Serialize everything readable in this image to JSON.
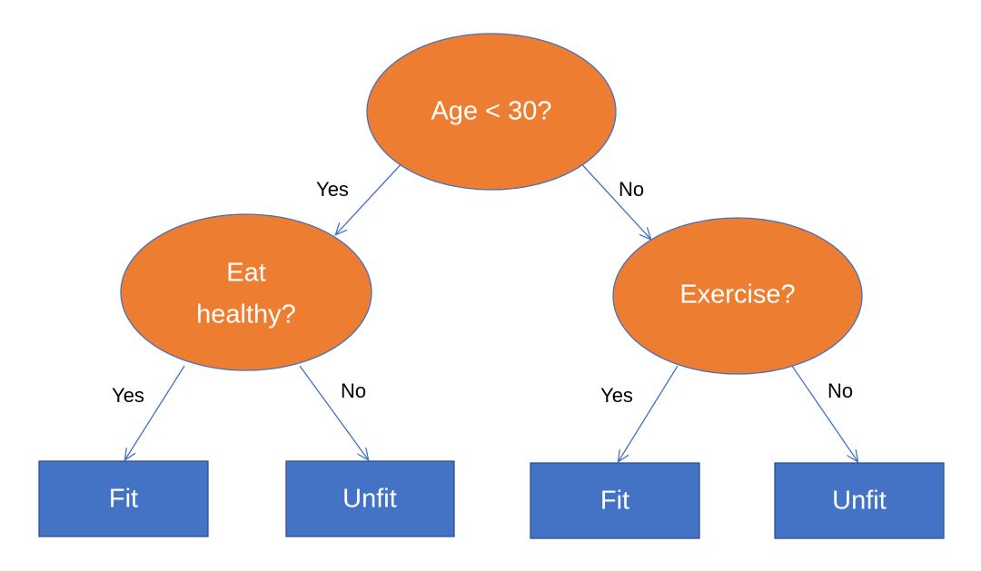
{
  "colors": {
    "decision_fill": "#ed7d31",
    "decision_stroke": "#4a70b8",
    "leaf_fill": "#4472c4",
    "leaf_stroke": "#2f528f",
    "edge": "#4472c4"
  },
  "nodes": {
    "root": {
      "label": "Age < 30?"
    },
    "left": {
      "label_line1": "Eat",
      "label_line2": "healthy?"
    },
    "right": {
      "label": "Exercise?"
    }
  },
  "leaves": [
    {
      "label": "Fit"
    },
    {
      "label": "Unfit"
    },
    {
      "label": "Fit"
    },
    {
      "label": "Unfit"
    }
  ],
  "edges": {
    "root_left": "Yes",
    "root_right": "No",
    "left_leaf1": "Yes",
    "left_leaf2": "No",
    "right_leaf3": "Yes",
    "right_leaf4": "No"
  }
}
